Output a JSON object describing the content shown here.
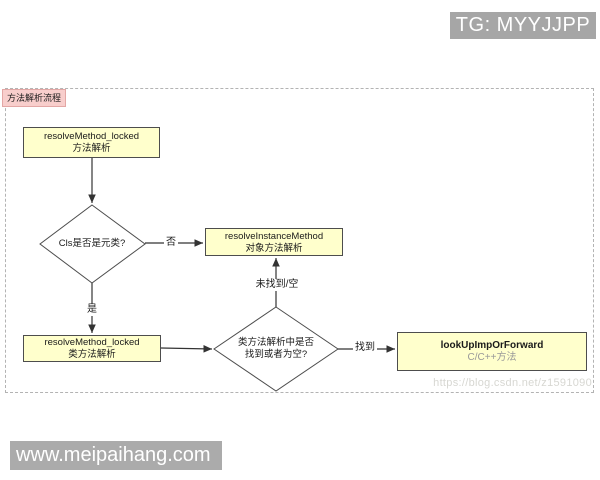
{
  "watermarks": {
    "tg_badge": "TG: MYYJJPP",
    "site_badge": "www.meipaihang.com",
    "csdn": "https://blog.csdn.net/z1591090"
  },
  "flowchart": {
    "container_label": "方法解析流程",
    "nodes": {
      "resolve_method": {
        "title": "resolveMethod_locked",
        "subtitle": "方法解析"
      },
      "is_metaclass": {
        "label": "Cls是否是元类?"
      },
      "resolve_instance": {
        "title": "resolveInstanceMethod",
        "subtitle": "对象方法解析"
      },
      "resolve_class": {
        "title": "resolveMethod_locked",
        "subtitle": "类方法解析"
      },
      "found_or_empty": {
        "line1": "类方法解析中是否",
        "line2": "找到或者为空?"
      },
      "lookup": {
        "title": "lookUpImpOrForward",
        "subtitle": "C/C++方法"
      }
    },
    "edge_labels": {
      "no": "否",
      "yes": "是",
      "not_found": "未找到/空",
      "found": "找到"
    },
    "colors": {
      "node_fill": "#ffffcc",
      "node_border": "#4d4d4d",
      "label_bg": "#f8cecc",
      "badge_bg": "#a6a6a6",
      "arrow": "#333333"
    }
  }
}
